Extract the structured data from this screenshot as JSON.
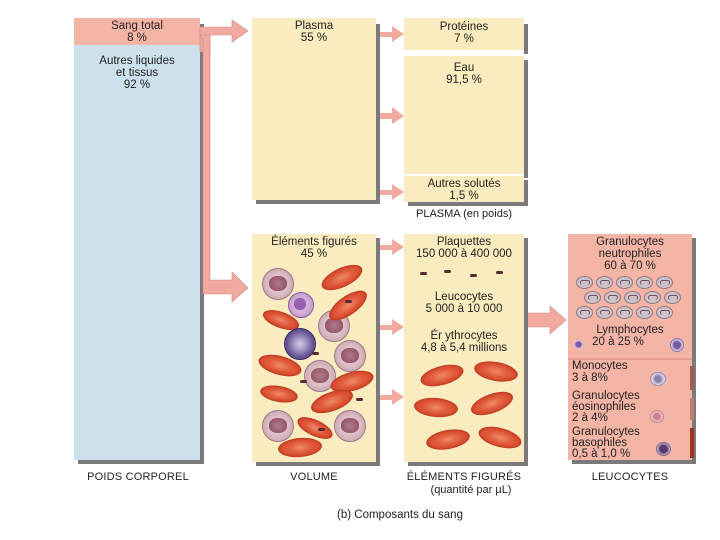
{
  "poids_corporel": {
    "sang_total": "Sang total",
    "sang_total_pct": "8 %",
    "autres_1": "Autres liquides",
    "autres_2": "et tissus",
    "autres_pct": "92 %",
    "label": "POIDS CORPOREL"
  },
  "volume": {
    "plasma": "Plasma",
    "plasma_pct": "55 %",
    "elements": "Éléments figurés",
    "elements_pct": "45  %",
    "label": "VOLUME"
  },
  "plasma_poids": {
    "proteines": "Protéines",
    "proteines_pct": "7 %",
    "eau": "Eau",
    "eau_pct": "91,5  %",
    "autres": "Autres solutés",
    "autres_pct": "1,5  %",
    "label": "PLASMA (en poids)"
  },
  "elements_figures": {
    "plaquettes": "Plaquettes",
    "plaquettes_val": "150 000 à 400  000",
    "leucocytes": "Leucocytes",
    "leucocytes_val": "5  000 à 10  000",
    "erythrocytes": "Ér ythrocytes",
    "erythrocytes_val": "4,8  à 5,4 millions",
    "label": "ÉLÉMENTS FIGURÉS",
    "unit": "(quantité par  µL)"
  },
  "leucocytes": {
    "gran_neut_1": "Granulocytes",
    "gran_neut_2": "neutrophiles",
    "gran_neut_val": "60  à 70  %",
    "lympho": "Lymphocytes",
    "lympho_val": "20  à 25  %",
    "mono": "Monocytes",
    "mono_val": "3 à  8%",
    "eos_1": "Granulocytes",
    "eos_2": "éosinophiles",
    "eos_val": "2 à  4%",
    "baso_1": "Granulocytes",
    "baso_2": "basophiles",
    "baso_val": "0,5  à 1,0  %",
    "label": "LEUCOCYTES"
  },
  "caption": "(b) Composants du sang",
  "colors": {
    "pink": "#f4b5a6",
    "light_blue": "#cde1ec",
    "cream": "#fbecc0",
    "rbc_red": "#d94a30",
    "arrow": "#f2aaa0"
  }
}
